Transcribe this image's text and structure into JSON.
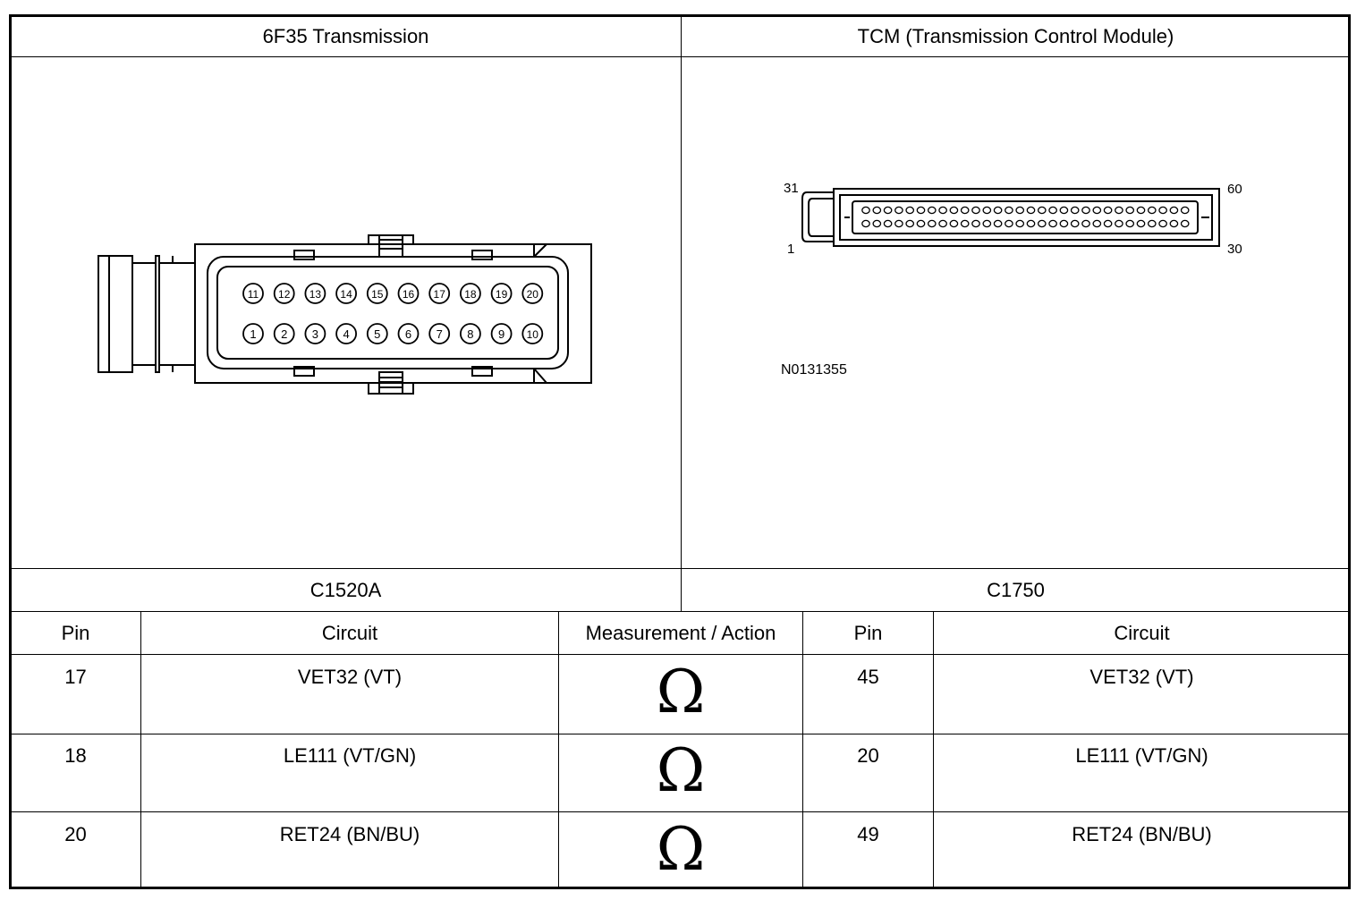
{
  "header": {
    "left_title": "6F35 Transmission",
    "right_title": "TCM (Transmission Control Module)"
  },
  "left_connector": {
    "name": "C1520A",
    "top_row_pins": [
      "11",
      "12",
      "13",
      "14",
      "15",
      "16",
      "17",
      "18",
      "19",
      "20"
    ],
    "bottom_row_pins": [
      "1",
      "2",
      "3",
      "4",
      "5",
      "6",
      "7",
      "8",
      "9",
      "10"
    ]
  },
  "right_connector": {
    "name": "C1750",
    "corner_labels": {
      "top_left": "31",
      "bottom_left": "1",
      "top_right": "60",
      "bottom_right": "30"
    },
    "figure_id": "N0131355"
  },
  "table": {
    "headers": [
      "Pin",
      "Circuit",
      "Measurement / Action",
      "Pin",
      "Circuit"
    ],
    "rows": [
      {
        "pin_a": "17",
        "circuit_a": "VET32 (VT)",
        "action": "Ω",
        "pin_b": "45",
        "circuit_b": "VET32 (VT)"
      },
      {
        "pin_a": "18",
        "circuit_a": "LE111 (VT/GN)",
        "action": "Ω",
        "pin_b": "20",
        "circuit_b": "LE111 (VT/GN)"
      },
      {
        "pin_a": "20",
        "circuit_a": "RET24 (BN/BU)",
        "action": "Ω",
        "pin_b": "49",
        "circuit_b": "RET24 (BN/BU)"
      }
    ]
  }
}
